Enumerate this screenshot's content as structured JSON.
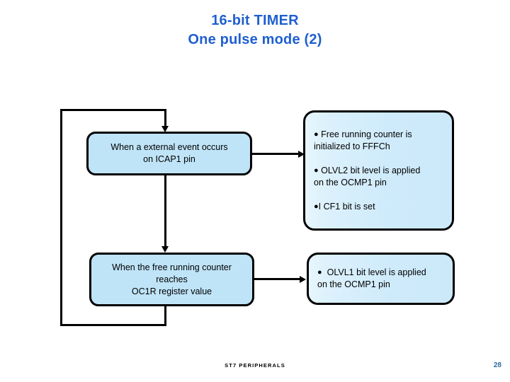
{
  "slide": {
    "title_lines": [
      "16-bit TIMER",
      "One pulse mode (2)"
    ],
    "title_color": "#1F5FD0",
    "background": "#ffffff"
  },
  "flow": {
    "event_box_1": {
      "lines": [
        "When a external event occurs",
        "on ICAP1 pin"
      ],
      "fill": "#BFE4F8"
    },
    "event_box_2": {
      "lines": [
        "When the free running counter",
        "reaches",
        "OC1R register value"
      ],
      "fill": "#BFE4F8"
    },
    "action_box_1": {
      "fill": "#CFEBFB",
      "bullets": [
        {
          "mark": "●",
          "lines": [
            "Free running counter is",
            "initialized to FFFCh"
          ]
        },
        {
          "mark": "●",
          "lines": [
            "OLVL2 bit level is applied",
            "on the OCMP1 pin"
          ]
        },
        {
          "mark": "●",
          "lines": [
            "I CF1 bit is set"
          ]
        }
      ]
    },
    "action_box_2": {
      "fill": "#CFEBFB",
      "bullets": [
        {
          "mark": "●",
          "lines": [
            "OLVL1 bit level is applied",
            "on the OCMP1 pin"
          ]
        }
      ]
    }
  },
  "footer": {
    "text": "ST7 PERIPHERALS",
    "page_number": "28",
    "page_number_color": "#2E6DA4"
  }
}
